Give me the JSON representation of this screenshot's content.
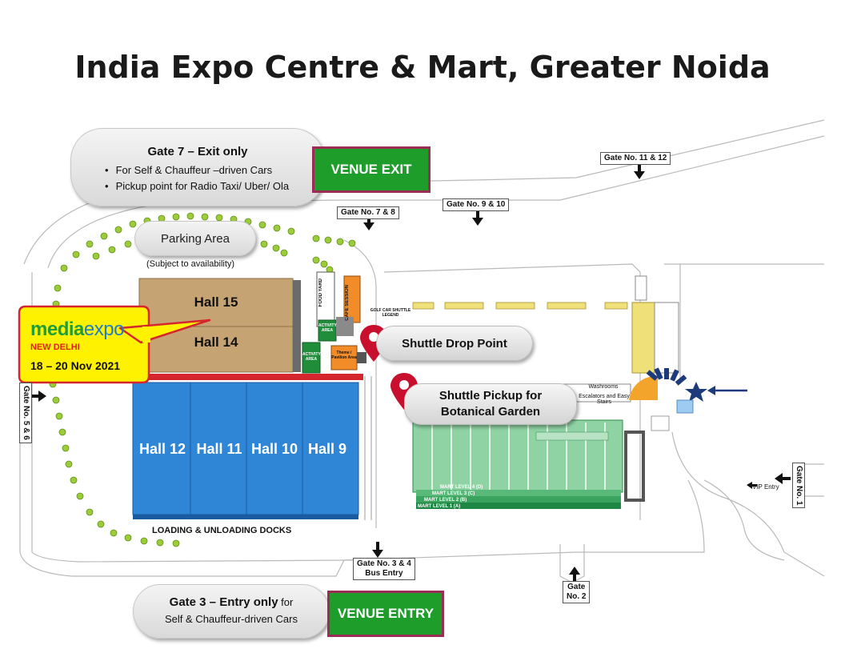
{
  "title": "India Expo Centre &  Mart, Greater Noida",
  "gate7": {
    "title": "Gate 7 – Exit only",
    "items": [
      "For Self & Chauffeur –driven Cars",
      "Pickup point for Radio  Taxi/ Uber/ Ola"
    ]
  },
  "venue_exit_label": "VENUE EXIT",
  "venue_entry_label": "VENUE ENTRY",
  "parking": {
    "label": "Parking Area",
    "note": "(Subject to availability)"
  },
  "gates": {
    "g11_12": "Gate No. 11 & 12",
    "g9_10": "Gate No. 9 & 10",
    "g7_8": "Gate No. 7 & 8",
    "g5_6": "Gate No. 5 & 6",
    "g3_4_line1": "Gate No. 3 & 4",
    "g3_4_line2": "Bus Entry",
    "g2_line1": "Gate",
    "g2_line2": "No. 2",
    "g1": "Gate No. 1",
    "vip": "VIP Entry"
  },
  "halls": {
    "h15": "Hall 15",
    "h14": "Hall 14",
    "h12": "Hall 12",
    "h11": "Hall 11",
    "h10": "Hall 10",
    "h9": "Hall 9"
  },
  "docks": "LOADING & UNLOADING DOCKS",
  "shuttle_drop": "Shuttle Drop Point",
  "shuttle_pickup_line1": "Shuttle Pickup  for",
  "shuttle_pickup_line2": "Botanical Garden",
  "mediaexpo": {
    "brand_a": "media",
    "brand_b": "expo",
    "city": "NEW DELHI",
    "dates": "18 – 20 Nov 2021"
  },
  "gate3": {
    "title_bold": "Gate 3",
    "title_rest": " – Entry only",
    "title_for": " for",
    "sub": "Self & Chauffeur-driven Cars"
  },
  "small_labels": {
    "food_yard": "FOOD YARD",
    "cafe": "CAFE SESSION",
    "activity1": "ACTIVITY AREA",
    "activity2": "ACTIVITY AREA",
    "theme": "Theme / Pavilion Area",
    "golf": "GOLF CAR SHUTTLE LEGEND",
    "washrooms": "Washrooms",
    "escalators": "Escalators and Easy Stairs",
    "mart4": "MART LEVEL 4 (D)",
    "mart3": "MART LEVEL 3 (C)",
    "mart2": "MART LEVEL 2 (B)",
    "mart1": "MART LEVEL 1 (A)"
  },
  "colors": {
    "green_button": "#1e9d2a",
    "button_border": "#9b2c55",
    "hall_blue": "#2f86d6",
    "hall_tan": "#c6a373",
    "mart_green": "#3aa45f",
    "pin_red": "#c8102e"
  }
}
